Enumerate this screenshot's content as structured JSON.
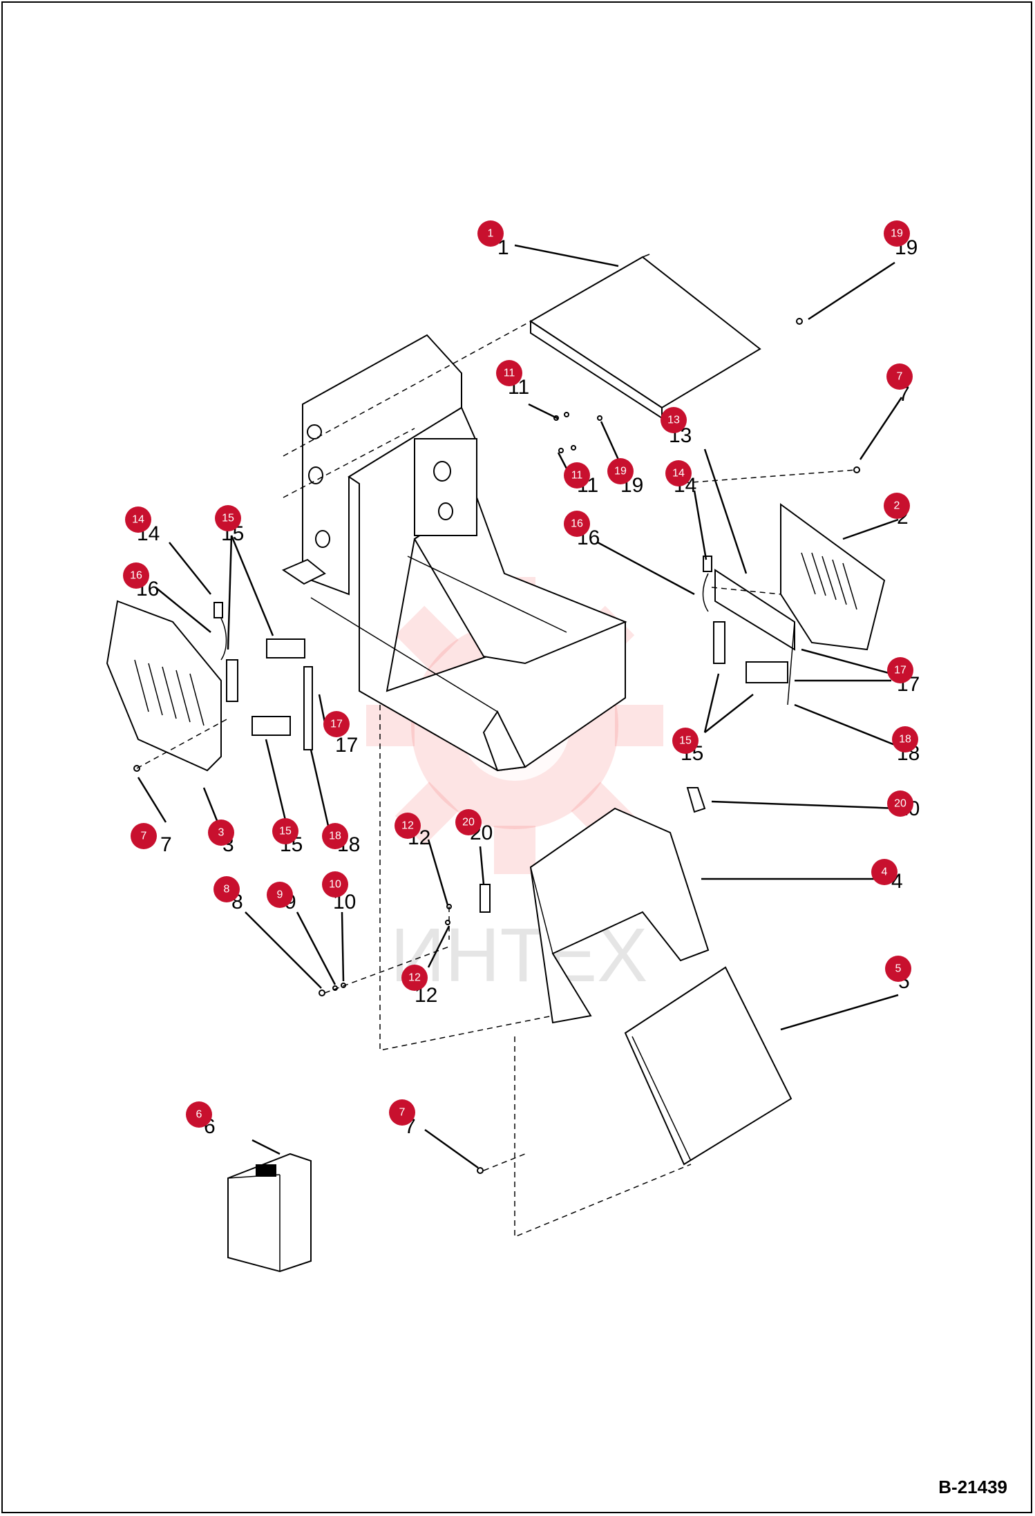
{
  "drawing_id": "B-21439",
  "watermark_text": "ИНТЕХ",
  "accent_color": "#c8102e",
  "callouts": [
    {
      "id": "c1",
      "badge": "1",
      "label": "1"
    },
    {
      "id": "c19a",
      "badge": "19",
      "label": "19"
    },
    {
      "id": "c11a",
      "badge": "11",
      "label": "11"
    },
    {
      "id": "c7a",
      "badge": "7",
      "label": "7"
    },
    {
      "id": "c13",
      "badge": "13",
      "label": "13"
    },
    {
      "id": "c11b",
      "badge": "11",
      "label": "11"
    },
    {
      "id": "c19b",
      "badge": "19",
      "label": "19"
    },
    {
      "id": "c14a",
      "badge": "14",
      "label": "14"
    },
    {
      "id": "c2",
      "badge": "2",
      "label": "2"
    },
    {
      "id": "c16a",
      "badge": "16",
      "label": "16"
    },
    {
      "id": "c14b",
      "badge": "14",
      "label": "14"
    },
    {
      "id": "c15a",
      "badge": "15",
      "label": "15"
    },
    {
      "id": "c16b",
      "badge": "16",
      "label": "16"
    },
    {
      "id": "c17a",
      "badge": "17",
      "label": "17"
    },
    {
      "id": "c17b",
      "badge": "17",
      "label": "17"
    },
    {
      "id": "c15b",
      "badge": "15",
      "label": "15"
    },
    {
      "id": "c18a",
      "badge": "18",
      "label": "18"
    },
    {
      "id": "c20a",
      "badge": "20",
      "label": "20"
    },
    {
      "id": "c7b",
      "badge": "7",
      "label": "7"
    },
    {
      "id": "c3",
      "badge": "3",
      "label": "3"
    },
    {
      "id": "c15c",
      "badge": "15",
      "label": "15"
    },
    {
      "id": "c18b",
      "badge": "18",
      "label": "18"
    },
    {
      "id": "c12a",
      "badge": "12",
      "label": "12"
    },
    {
      "id": "c20b",
      "badge": "20",
      "label": "20"
    },
    {
      "id": "c4",
      "badge": "4",
      "label": "4"
    },
    {
      "id": "c8",
      "badge": "8",
      "label": "8"
    },
    {
      "id": "c9",
      "badge": "9",
      "label": "9"
    },
    {
      "id": "c10",
      "badge": "10",
      "label": "10"
    },
    {
      "id": "c12b",
      "badge": "12",
      "label": "12"
    },
    {
      "id": "c5",
      "badge": "5",
      "label": "5"
    },
    {
      "id": "c6",
      "badge": "6",
      "label": "6"
    },
    {
      "id": "c7c",
      "badge": "7",
      "label": "7"
    }
  ]
}
